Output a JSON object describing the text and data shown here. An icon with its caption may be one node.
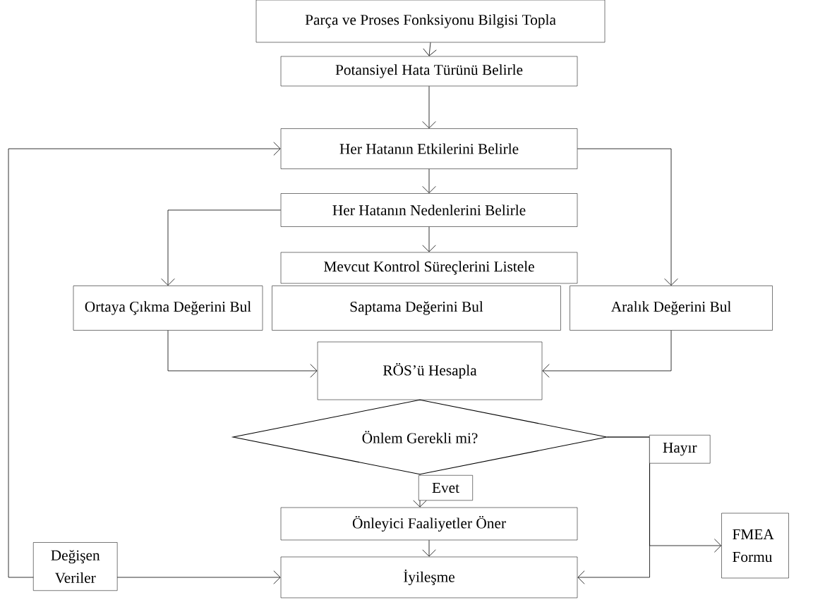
{
  "diagram": {
    "nodes": [
      {
        "text": [
          "Parça ve Proses Fonksiyonu Bilgisi Topla"
        ]
      },
      {
        "text": [
          "Potansiyel Hata Türünü Belirle"
        ]
      },
      {
        "text": [
          "Her Hatanın Etkilerini Belirle"
        ]
      },
      {
        "text": [
          "Her Hatanın Nedenlerini Belirle"
        ]
      },
      {
        "text": [
          "Mevcut Kontrol Süreçlerini Listele"
        ]
      },
      {
        "text": [
          "Ortaya Çıkma Değerini Bul"
        ]
      },
      {
        "text": [
          "Saptama Değerini Bul"
        ]
      },
      {
        "text": [
          "Aralık Değerini Bul"
        ]
      },
      {
        "text": [
          "RÖS’ü Hesapla"
        ]
      },
      {
        "text": [
          "Önlem Gerekli mi?"
        ]
      },
      {
        "text": [
          "Önleyici Faaliyetler Öner"
        ]
      },
      {
        "text": [
          "İyileşme"
        ]
      },
      {
        "text": [
          "FMEA Formu"
        ]
      }
    ],
    "edges": [
      {
        "from": 0,
        "to": 1,
        "arrow": "to"
      },
      {
        "from": 1,
        "to": 2,
        "arrow": "to"
      },
      {
        "from": 2,
        "to": 3,
        "arrow": "to"
      },
      {
        "from": 3,
        "to": 4,
        "arrow": "to"
      },
      {
        "from": 3,
        "to": 5,
        "arrow": "to"
      },
      {
        "from": 2,
        "to": 7,
        "arrow": "to"
      },
      {
        "from": 5,
        "to": 8,
        "arrow": "to"
      },
      {
        "from": 7,
        "to": 8,
        "arrow": "to"
      },
      {
        "from": 9,
        "to": 10,
        "label": "Evet",
        "arrow": "to"
      },
      {
        "from": 9,
        "to": 11,
        "label": "Hayır",
        "arrow": "to"
      },
      {
        "from": 9,
        "to": 12,
        "arrow": "to"
      },
      {
        "from": 10,
        "to": 11,
        "arrow": "to"
      },
      {
        "from": 2,
        "to": 11,
        "label": "Değişen Veriler",
        "arrow": "both"
      }
    ]
  }
}
